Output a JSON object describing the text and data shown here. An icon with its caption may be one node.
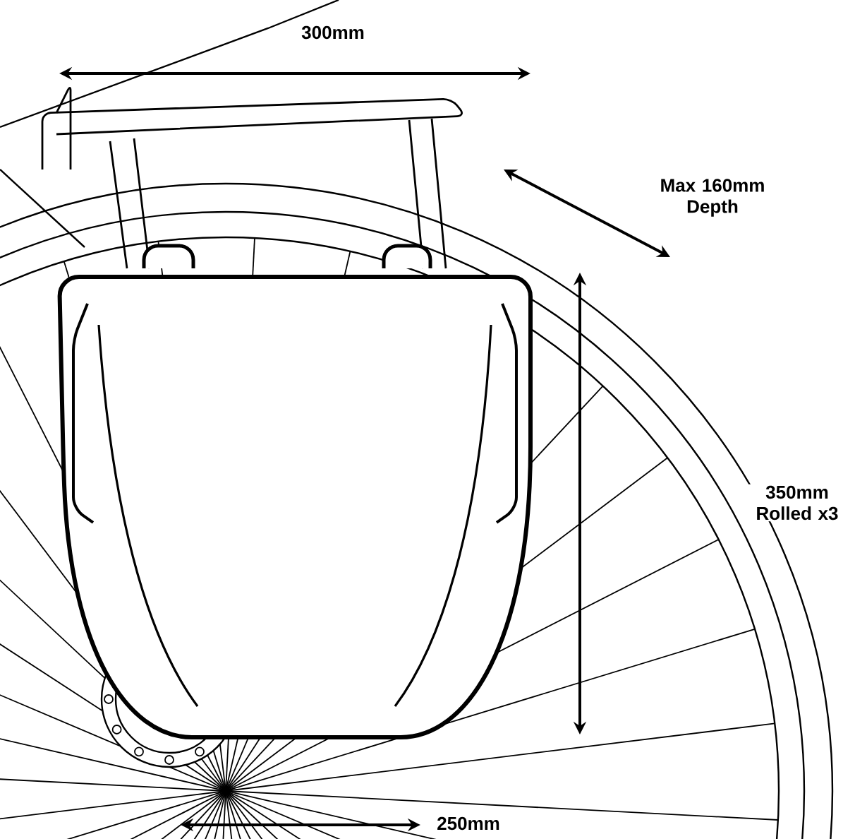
{
  "diagram": {
    "labels": [
      "300mm",
      "Max 160mm Depth",
      "350mm Rolled x3",
      "250mm"
    ]
  }
}
